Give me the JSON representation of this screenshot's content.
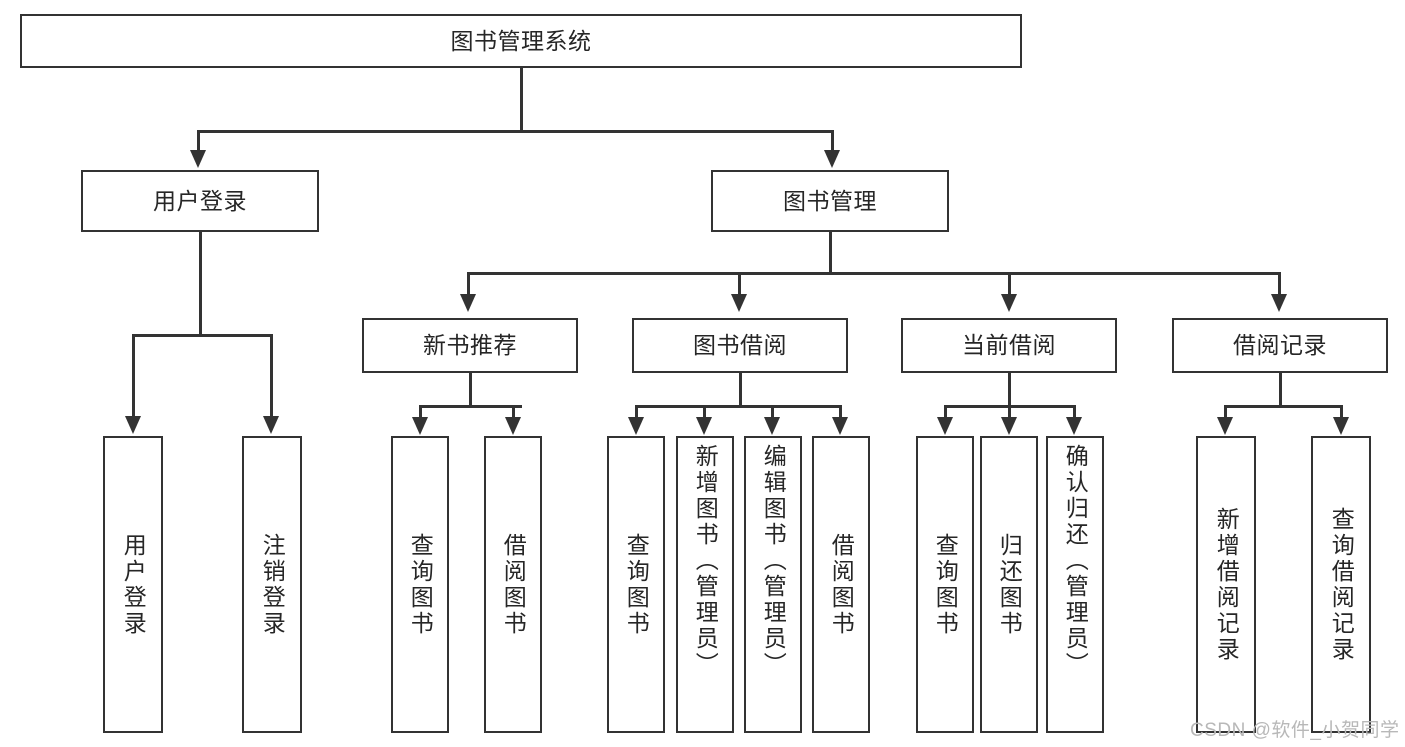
{
  "diagram": {
    "title": "图书管理系统",
    "type": "hierarchy-tree",
    "root": {
      "label": "图书管理系统"
    },
    "level2": [
      {
        "label": "用户登录"
      },
      {
        "label": "图书管理"
      }
    ],
    "level3": [
      {
        "label": "新书推荐"
      },
      {
        "label": "图书借阅"
      },
      {
        "label": "当前借阅"
      },
      {
        "label": "借阅记录"
      }
    ],
    "leaves": {
      "user_login": [
        {
          "label": "用户登录"
        },
        {
          "label": "注销登录"
        }
      ],
      "new_book_recommend": [
        {
          "label": "查询图书"
        },
        {
          "label": "借阅图书"
        }
      ],
      "book_borrow": [
        {
          "label": "查询图书"
        },
        {
          "label": "新增图书（管理员）"
        },
        {
          "label": "编辑图书（管理员）"
        },
        {
          "label": "借阅图书"
        }
      ],
      "current_borrow": [
        {
          "label": "查询图书"
        },
        {
          "label": "归还图书"
        },
        {
          "label": "确认归还（管理员）"
        }
      ],
      "borrow_record": [
        {
          "label": "新增借阅记录"
        },
        {
          "label": "查询借阅记录"
        }
      ]
    }
  },
  "watermark": {
    "text": "CSDN @软件_小贺同学"
  },
  "colors": {
    "stroke": "#333333",
    "text": "#262626",
    "background": "#ffffff",
    "watermark": "#b8b8b8"
  }
}
